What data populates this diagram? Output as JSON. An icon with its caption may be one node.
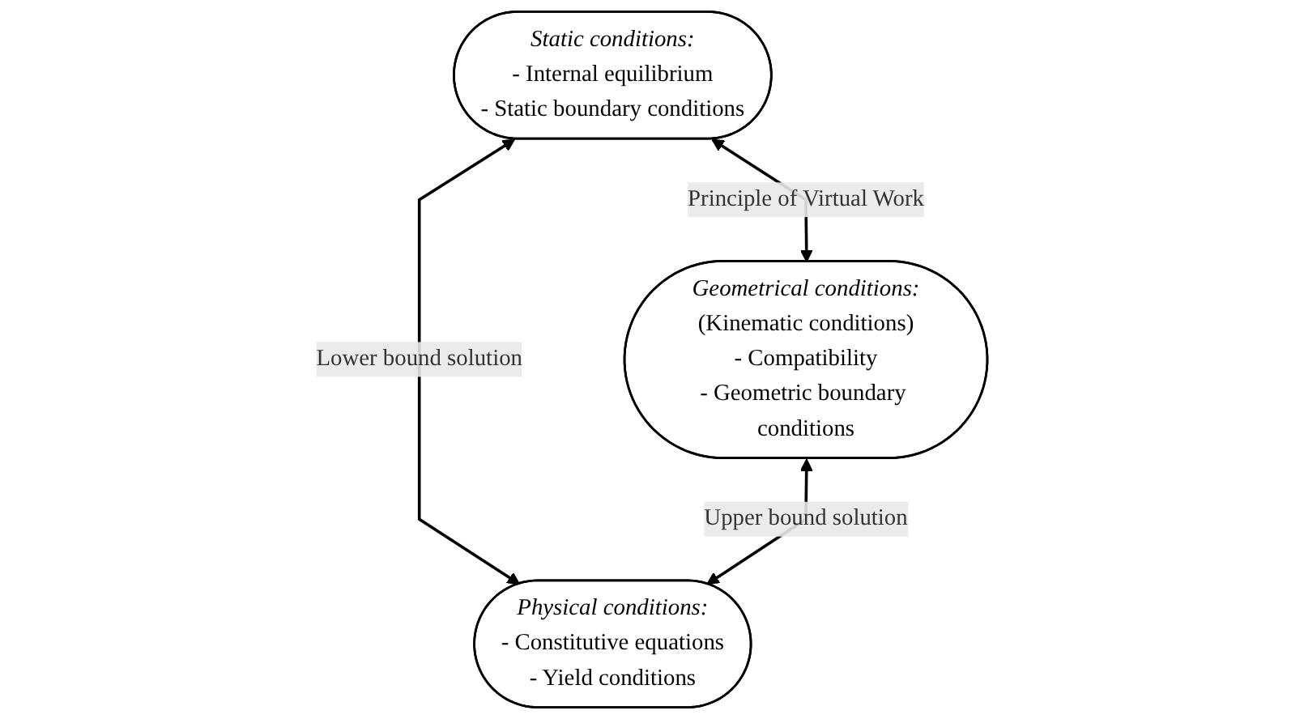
{
  "diagram": {
    "nodes": [
      {
        "text": [
          "Static conditions:",
          "- Internal equilibrium",
          "- Static boundary conditions"
        ]
      },
      {
        "text": [
          "Geometrical conditions:",
          "(Kinematic conditions)",
          "- Compatibility",
          "- Geometric boundary conditions"
        ]
      },
      {
        "text": [
          "Physical conditions:",
          "- Constitutive equations",
          "- Yield conditions"
        ]
      }
    ],
    "edges": [
      {
        "from": 0,
        "to": 1,
        "arrow": "both",
        "label": "Principle of Virtual Work"
      },
      {
        "from": 0,
        "to": 2,
        "arrow": "both",
        "label": "Lower bound solution"
      },
      {
        "from": 1,
        "to": 2,
        "arrow": "both",
        "label": "Upper bound solution"
      }
    ]
  }
}
